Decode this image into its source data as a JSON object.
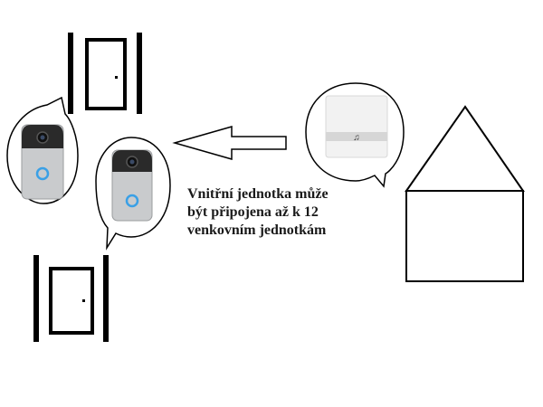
{
  "caption": {
    "line1": "Vnitřní jednotka může",
    "line2": "být připojena až k 12",
    "line3": "venkovním jednotkám"
  },
  "colors": {
    "stroke": "#000000",
    "doorbell_silver": "#c9cbcd",
    "doorbell_top": "#2a2a2a",
    "button_ring": "#3aa0e6",
    "indoor_unit": "#f2f2f2"
  },
  "icons": [
    "door-icon",
    "doorbell-icon",
    "indoor-unit-icon",
    "house-icon",
    "arrow-left-icon",
    "music-note-icon"
  ]
}
